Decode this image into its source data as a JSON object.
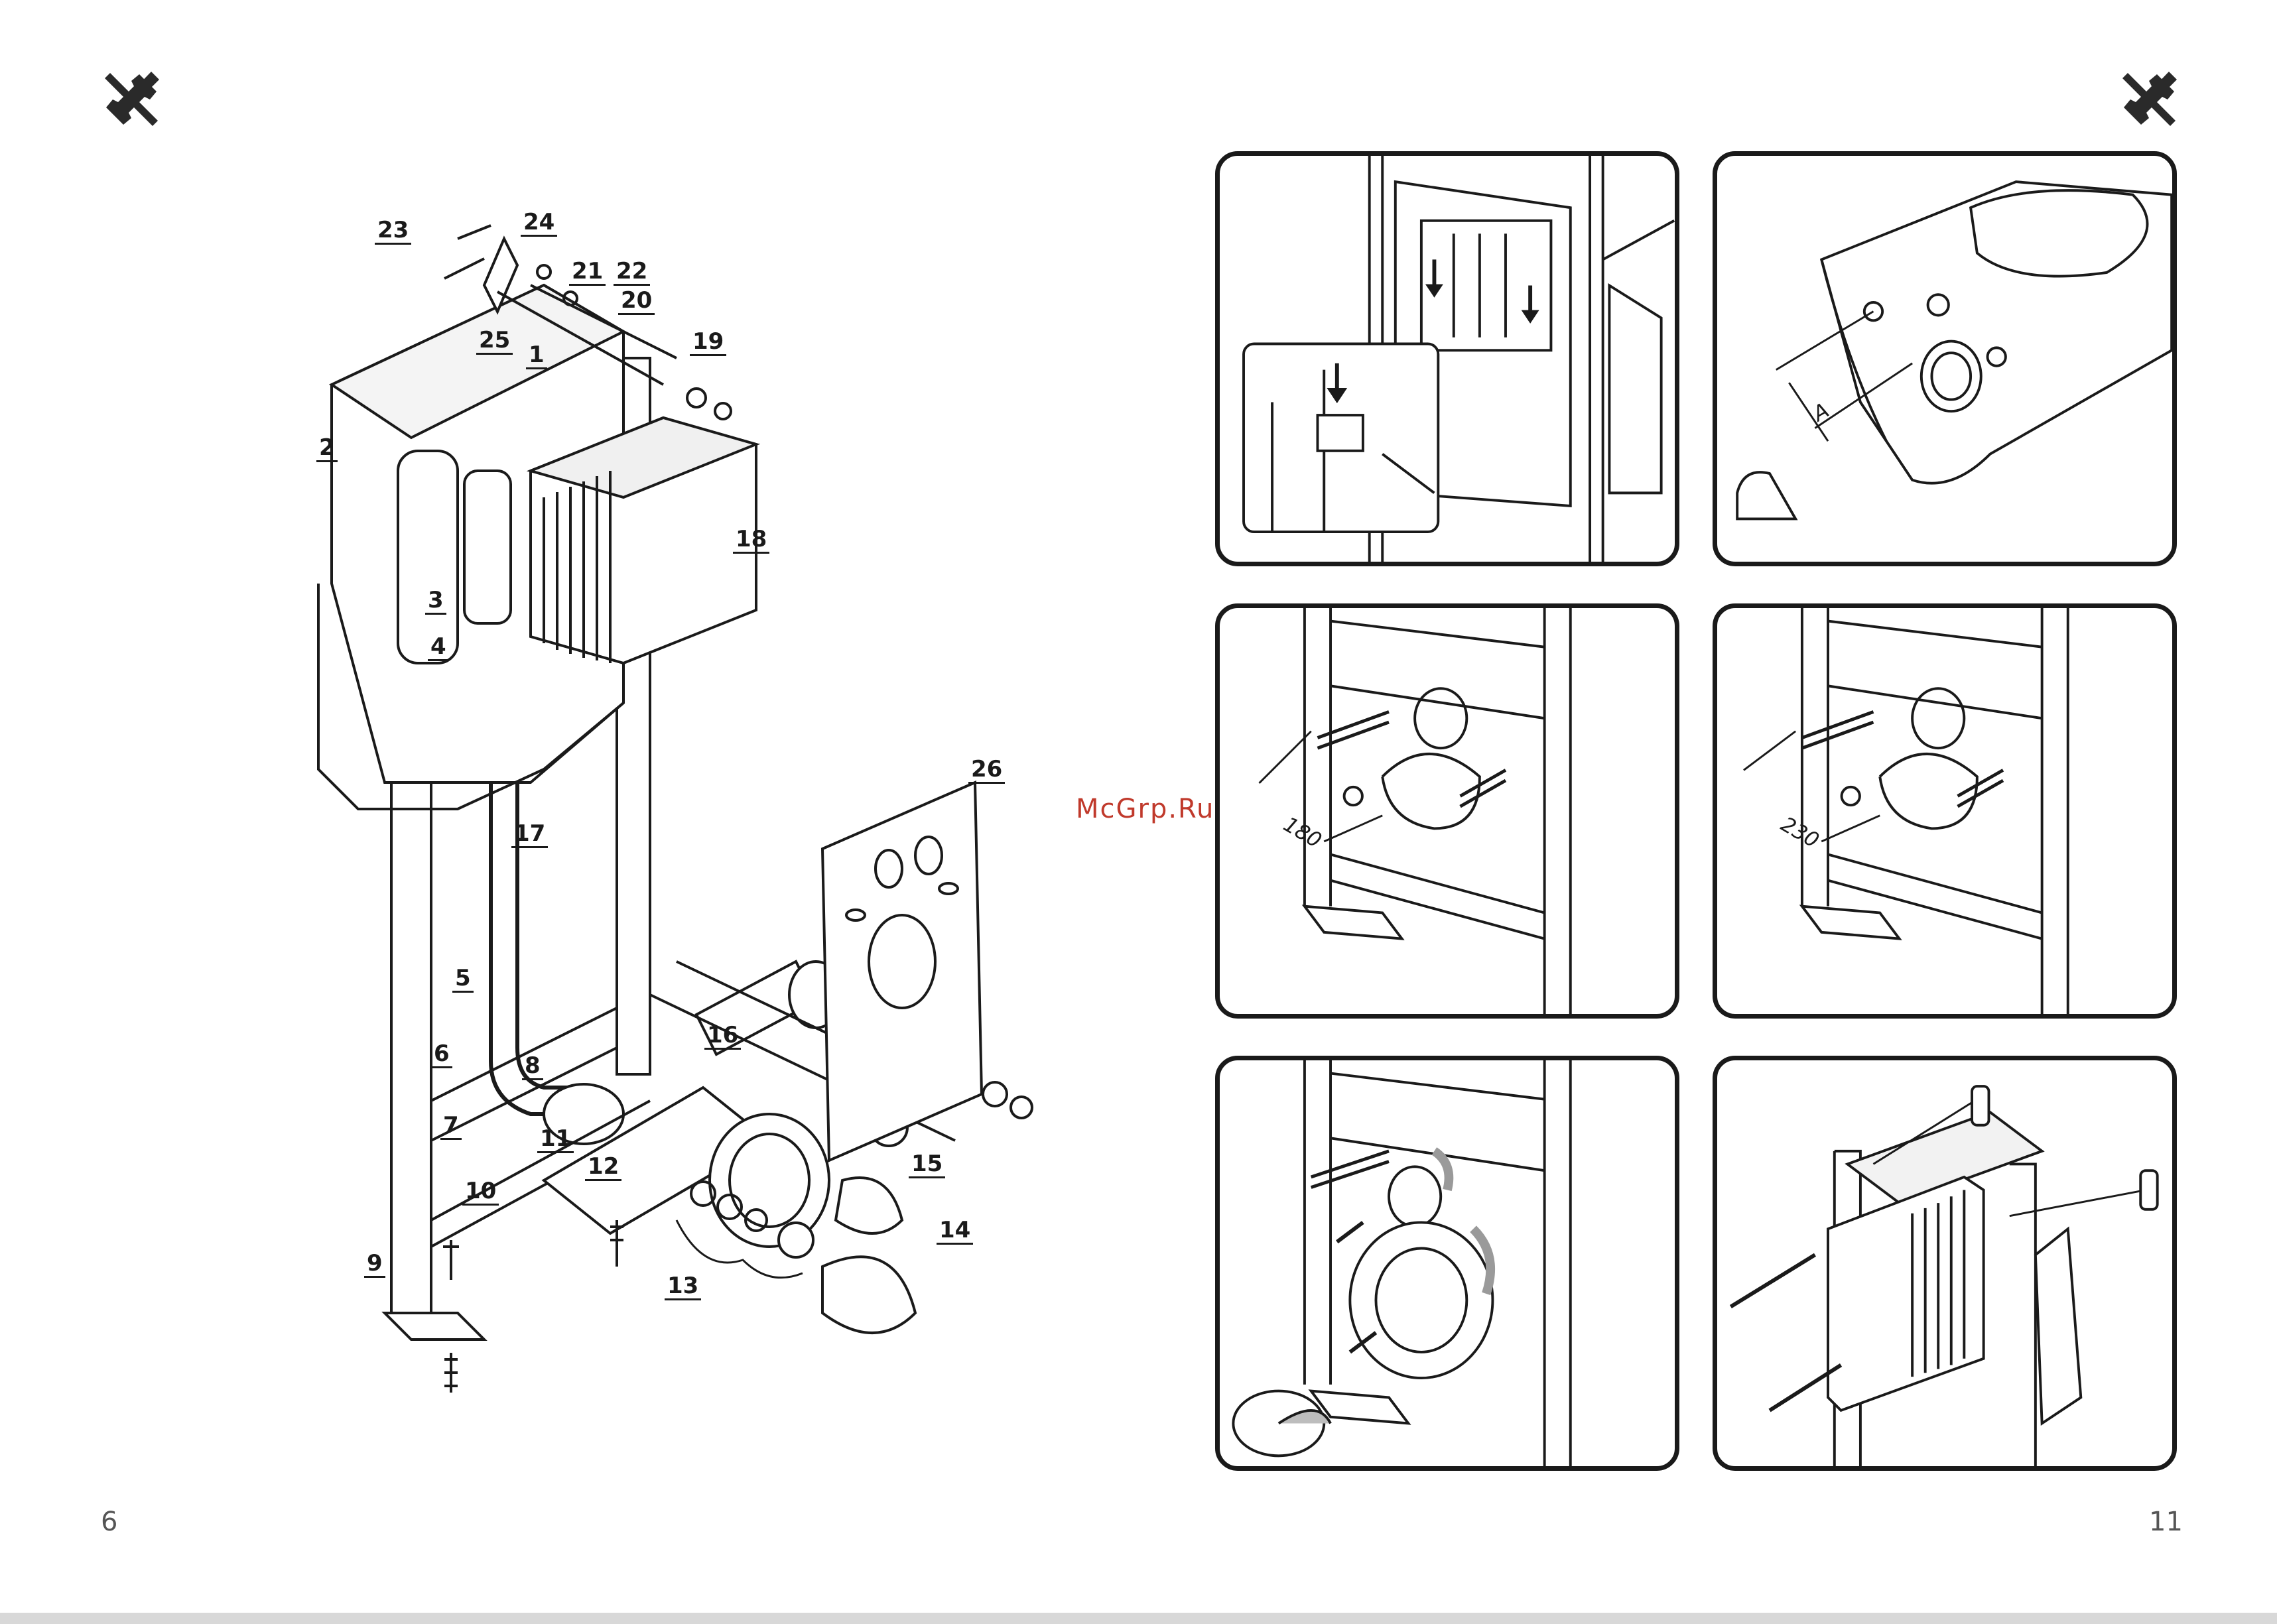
{
  "watermark": "McGrp.Ru",
  "pages": {
    "left": "6",
    "right": "11"
  },
  "icons": {
    "left": "tools-icon",
    "right": "tools-icon"
  },
  "callouts": [
    "23",
    "24",
    "21",
    "22",
    "20",
    "25",
    "19",
    "1",
    "2",
    "18",
    "3",
    "4",
    "17",
    "26",
    "5",
    "16",
    "6",
    "8",
    "7",
    "11",
    "12",
    "15",
    "10",
    "14",
    "9",
    "13"
  ],
  "panels": [
    {
      "id": "flush-plate-detail"
    },
    {
      "id": "measure-wc-bowl",
      "dimension": "A"
    },
    {
      "id": "studs-180",
      "dimension": "180"
    },
    {
      "id": "studs-230",
      "dimension": "230"
    },
    {
      "id": "fit-drain-connectors"
    },
    {
      "id": "wall-fixing"
    }
  ]
}
